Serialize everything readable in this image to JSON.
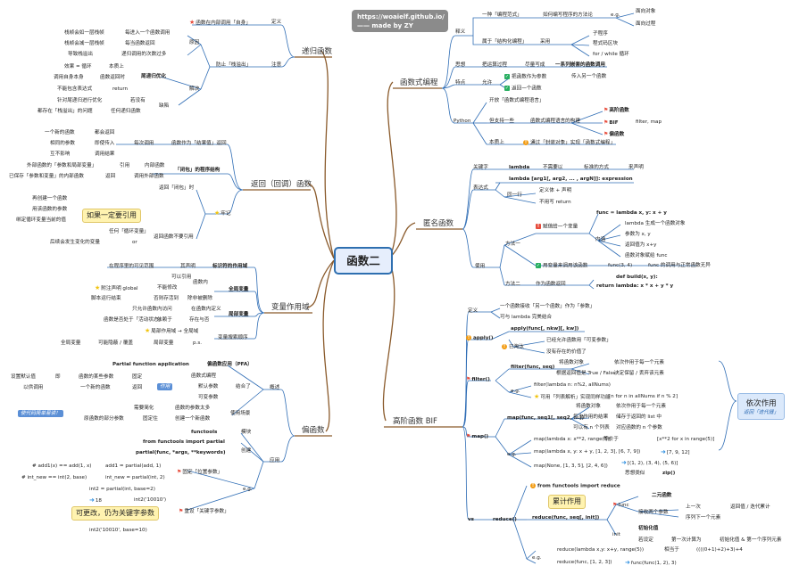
{
  "center": "函数二",
  "header": {
    "url": "https://woaielf.github.io/",
    "credit": "—— made by ZY"
  },
  "branches": {
    "functional": "函数式编程",
    "lambda": "匿名函数",
    "builtins": "高阶函数 BIF",
    "recursion": "递归函数",
    "closure": "返回（回调）函数",
    "scope": "变量作用域",
    "partial": "偏函数"
  },
  "functional": {
    "def_label": "释义",
    "paradigm": "一种「编程范式」",
    "howto": "如何编写程序的方法论",
    "eg": "e.g.",
    "oop": "面向对象",
    "procedural": "面向过程",
    "structured": "属于「结构化编程」",
    "expand": "采用",
    "subroutine": "子程序",
    "block": "程式码区块",
    "loop": "for / while 循环",
    "idea_label": "思想",
    "idea1": "把运算过程",
    "idea2": "尽量写成",
    "idea3": "一系列嵌套的函数调用",
    "feature_label": "特点",
    "allow": "允许",
    "f1": "把函数作为参数",
    "f1b": "传入另一个函数",
    "f2": "返回一个函数",
    "python_label": "Python",
    "open": "开放「函数式编程语言」",
    "not_pure": "但支持一些",
    "support": "函数式编程语言的构建",
    "high": "高阶函数",
    "bif": "BIF",
    "filter_map": "filter, map",
    "partial_fn": "偏函数",
    "essence": "本质上",
    "essence_txt": "通过「封装对象」实现「函数式编程」"
  },
  "lambda_node": {
    "keyword_label": "关键字",
    "keyword": "lambda",
    "no_def": "不需要以",
    "tag": "标准的方式",
    "def_kw": "来声明",
    "expr_label": "表达式",
    "syntax": "lambda [arg1[, arg2, ... , argN]]: expression",
    "same": "同一行",
    "formula": "定义体 + 声明",
    "noret": "不用写 return",
    "usage": "使用",
    "method1": "方法一",
    "m1a": "赋值给一个变量",
    "code1": "func = lambda x, y: x + y",
    "inner": "内涵",
    "r1": "lambda 生成一个函数对象",
    "r2": "参数为 x, y",
    "r3": "返回值为 x+y",
    "r4": "函数对象赋给 func",
    "call": "用变量来调用该函数",
    "call2": "func(3, 4)",
    "call3": "func 的调用与正常函数无异",
    "method2": "方法二",
    "m2a": "作为函数返回",
    "code2a": "def build(x, y):",
    "code2b": "return lambda: x * x + y * y"
  },
  "bif_node": {
    "def_label": "定义",
    "d1": "一个函数接收「另一个函数」作为「参数」",
    "d2": "可与 lambda 完美结合",
    "apply": "apply()",
    "apply_sig": "apply(func[, nkw][, kw])",
    "apply_a": "已淘汰",
    "apply_b": "已经允许函数用「可变参数」",
    "apply_c": "没有存在的价值了",
    "filter": "filter()",
    "filter_sig": "filter(func, seq)",
    "f_1": "将函数对象",
    "f_2": "依次作用于每一个元素",
    "f_3": "根据返回值是 True / False",
    "f_4": "决定保留 / 丢弃该元素",
    "f_eg": "e.g.",
    "f_code1": "filter(lambda n: n%2, allNums)",
    "f_code2": "可用「列表解析」实现同样功能",
    "f_code3": "[n for n in allNums if n % 2]",
    "map": "map()",
    "map_sig": "map(func, seq1[, seq2, ...])",
    "m_1": "将函数对象",
    "m_2": "依次作用于每一个元素",
    "m_3": "每次作用的结果",
    "m_4": "储存于返回的 list 中",
    "m_5": "可以有 n 个列表",
    "m_6": "对应函数的 n 个参数",
    "m_eg": "e.g.",
    "m_code1": "map(lambda x: x**2, range(5))",
    "m_eq": "等价于",
    "m_code1b": "[x**2 for x in range(5)]",
    "m_code2": "map(lambda x, y: x + y, [1, 2, 3], [6, 7, 9])",
    "m_code2b": "[7, 9, 12]",
    "m_code3": "map(None, [1, 3, 5], [2, 4, 6])",
    "m_code3b": "[(1, 2), (3, 4), (5, 6)]",
    "m_think": "思想类似",
    "m_zip": "zip()",
    "vs": "vs",
    "reduce": "reduce()",
    "r_import": "from functools import reduce",
    "r_sig": "reduce(func, seq[, init])",
    "r_func": "func",
    "r_binary": "二元函数",
    "r_two": "接收两个参数",
    "r_last": "上一次",
    "r_last2": "返回值 / 迭代累计",
    "r_next": "序列下一个元素",
    "r_init": "init",
    "r_init2": "初始化值",
    "r_has": "若设定",
    "r_first": "第一次计算为",
    "r_first2": "初始化值 & 第一个序列元素",
    "r_eg": "e.g.",
    "r_code1": "reduce(lambda x,y: x+y, range(5))",
    "r_eq": "相当于",
    "r_code1b": "((((0+1)+2)+3)+4",
    "r_code2": "reduce(func, [1, 2, 3])",
    "r_code2b": "func(func(1, 2), 3)",
    "callout": "累计作用",
    "callout2": "依次作用",
    "callout3": "返回「迭代器」"
  },
  "recursion_node": {
    "def": "定义",
    "inside": "函数在内部调用「自身」",
    "limit": "防止「栈溢出」",
    "note": "注意",
    "cause": "原因",
    "stack1": "栈帧会如一层栈帧",
    "stack2": "每进入一个函数调用",
    "stack3": "栈帧会减一层栈帧",
    "stack4": "每当函数返回",
    "stack5": "导致栈溢出",
    "stack6": "递归调用的次数过多",
    "fix": "解决",
    "eff": "效果 = 循环",
    "eff2": "本质上",
    "tail": "尾递归优化",
    "tail1": "调用自身本身",
    "tail2": "函数返回时",
    "tail3": "不能包含表达式",
    "tail4": "return",
    "d1": "针对尾递归进行优化",
    "d2": "若没有",
    "d3": "都存在「栈溢出」的问题",
    "d4": "任何递归函数",
    "defect": "缺陷"
  },
  "closure_node": {
    "r1": "一个新的函数",
    "r2": "都会返回",
    "r3": "相同的参数",
    "r4": "即使传入",
    "r5": "互不影响",
    "r6": "调用结果",
    "c1": "每次调用",
    "c2": "函数作为「结果值」返回",
    "cl": "「闭包」的程序结构",
    "cl1": "外部函数的「参数和局部变量」",
    "cl2": "引用",
    "cl3": "内部函数",
    "cl4": "已保存「参数和变量」的内部函数",
    "cl5": "返回",
    "cl6": "调用外部函数",
    "n0": "返回「闭包」时",
    "n1": "再创建一个函数",
    "n2": "用该函数的参数",
    "n3": "绑定循环变量当前的值",
    "n4": "任何「循环变量」",
    "n5": "后续会发生变化的变量",
    "n6": "or",
    "n7": "返回函数不要引用",
    "n8": "牢记",
    "callout": "如果一定要引用"
  },
  "scope_node": {
    "s1": "在程序里的可见范围",
    "s2": "其声明",
    "s3": "标识符的作用域",
    "g1": "可以引用",
    "g2": "函数内",
    "g3": "全局变量",
    "g4": "附注声明 global",
    "g5": "不能修改",
    "g6": "脚本运行结束",
    "g7": "否则存活到",
    "g8": "除非被删除",
    "l1": "只允许函数内访问",
    "l2": "在函数内定义",
    "l3": "局部变量",
    "l4": "函数是否处于「活动状态」",
    "l5": "依赖于",
    "l6": "存在与否",
    "o1": "局部作用域 → 全局域",
    "o2": "变量搜索顺序",
    "o3": "全局变量",
    "o4": "可能隐蔽 / 覆盖",
    "o5": "局部变量",
    "o6": "p.s."
  },
  "partial_node": {
    "def": "概述",
    "pf": "Partial function application",
    "pfa": "偏函数应用（PFA）",
    "p1": "函数式编程",
    "p2": "默认参数",
    "p3": "可变参数",
    "p4": "结合了",
    "p5": "设置默认值",
    "p6": "即",
    "p7": "函数的某些参数",
    "p8": "固定",
    "p9": "以供调用",
    "p10": "一个新的函数",
    "p11": "返回",
    "p12": "作用",
    "p13": "使代码简单易读！",
    "p14": "需要简化",
    "p15": "函数的参数太多",
    "p16": "原函数的部分参数",
    "p17": "固定住",
    "p18": "创建一个新函数",
    "p19": "使用场景",
    "m1": "functools",
    "m2": "模块",
    "m3": "from functools import partial",
    "m4": "创建",
    "m5": "partial(func, *args, **keywords)",
    "m6": "应用",
    "e1": "# add1(x) == add(1, x)",
    "e2": "add1 = partial(add, 1)",
    "e3": "固定「位置参数」",
    "e4": "# int_new == int(2, base)",
    "e5": "int_new = partial(int, 2)",
    "e6": "int2 = partial(int, base=2)",
    "e7": "18",
    "e8": "int2('10010')",
    "e9": "重设「关键字参数」",
    "e10": "int2('10010', base=10)",
    "eg": "e.g.",
    "callout": "可更改，仍为关键字参数"
  }
}
